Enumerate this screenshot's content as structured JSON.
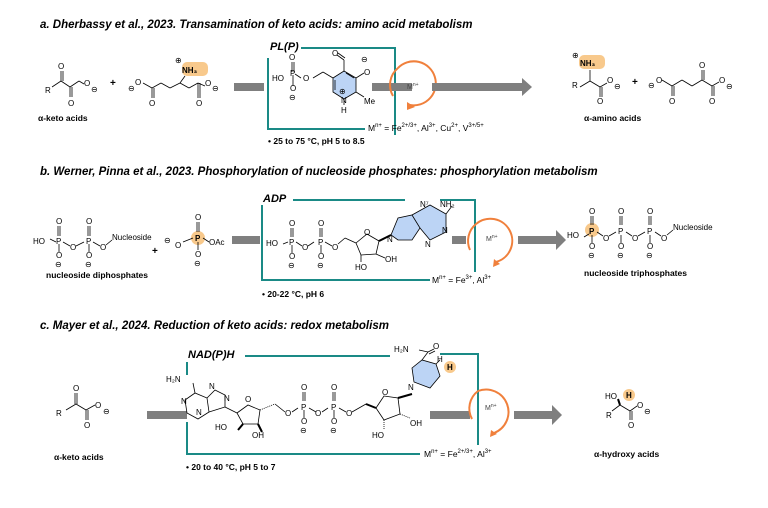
{
  "colors": {
    "teal": "#1a8a86",
    "orange": "#f0803c",
    "highlight": "#f8c98c",
    "ring_fill": "#bcd4f5",
    "arrow_gray": "#7f7f7f"
  },
  "panels": [
    {
      "title": "a. Dherbassy et al., 2023. Transamination of keto acids: amino acid metabolism",
      "reactant1_label": "α-keto acids",
      "cofactor_label": "PL(P)",
      "metal_label": "M",
      "metal_sup": "n+",
      "metal_list_prefix": "M",
      "metal_list": "= Fe2+/3+, Al3+, Cu2+, V3+/5+",
      "conditions": "• 25 to 75 °C, pH 5 to 8.5",
      "product1_label": "α-amino acids"
    },
    {
      "title": "b. Werner, Pinna et al., 2023. Phosphorylation of nucleoside phosphates: phosphorylation metabolism",
      "reactant1_label": "nucleoside diphosphates",
      "cofactor_label": "ADP",
      "metal_label": "M",
      "metal_sup": "n+",
      "metal_list_prefix": "M",
      "metal_list": "= Fe3+, Al3+",
      "conditions": "• 20-22 °C, pH 6",
      "product1_label": "nucleoside triphosphates"
    },
    {
      "title": "c. Mayer et al., 2024. Reduction of keto acids: redox metabolism",
      "reactant1_label": "α-keto acids",
      "cofactor_label": "NAD(P)H",
      "metal_label": "M",
      "metal_sup": "n+",
      "metal_list_prefix": "M",
      "metal_list": "= Fe2+/3+, Al3+",
      "conditions": "• 20 to 40 °C, pH 5 to 7",
      "product1_label": "α-hydroxy acids"
    }
  ],
  "atoms": {
    "R": "R",
    "O": "O",
    "HO": "HO",
    "OH": "OH",
    "P": "P",
    "N": "N",
    "H": "H",
    "NH3": "NH₃",
    "NH2": "NH₂",
    "H2N": "H₂N",
    "Me": "Me",
    "OAc": "OAc",
    "Nucleoside": "Nucleoside",
    "minus": "⊖",
    "plus_charge": "⊕",
    "plus": "+",
    "N7": "N⁷"
  }
}
